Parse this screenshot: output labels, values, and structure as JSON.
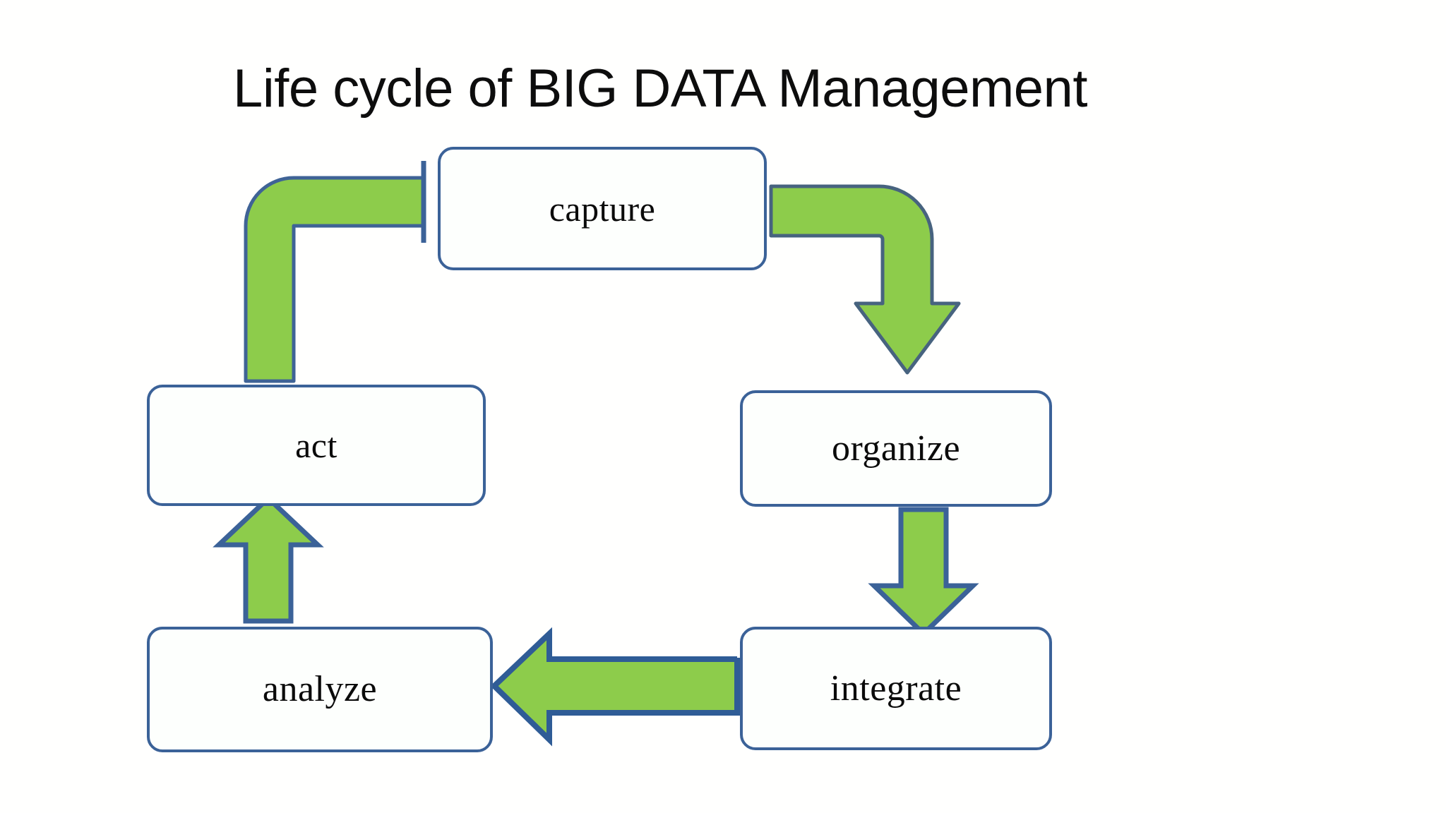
{
  "slide": {
    "title": "Life cycle of BIG DATA Management",
    "background_color": "#ffffff"
  },
  "theme": {
    "arrow_fill": "#8dcc4b",
    "arrow_outline": "#3b6298",
    "box_border": "#3b6298",
    "box_fill": "#fdfffd",
    "text_color": "#0b0b0b"
  },
  "nodes": [
    {
      "id": "capture",
      "label": "capture"
    },
    {
      "id": "organize",
      "label": "organize"
    },
    {
      "id": "integrate",
      "label": "integrate"
    },
    {
      "id": "analyze",
      "label": "analyze"
    },
    {
      "id": "act",
      "label": "act"
    }
  ],
  "connectors": [
    {
      "id": "capture-to-organize",
      "from": "capture",
      "to": "organize",
      "shape": "elbow-down",
      "head": "arrow"
    },
    {
      "id": "organize-to-integrate",
      "from": "organize",
      "to": "integrate",
      "shape": "straight-down",
      "head": "arrow"
    },
    {
      "id": "integrate-to-analyze",
      "from": "integrate",
      "to": "analyze",
      "shape": "straight-left",
      "head": "arrow"
    },
    {
      "id": "analyze-to-act",
      "from": "analyze",
      "to": "act",
      "shape": "straight-up",
      "head": "arrow"
    },
    {
      "id": "act-to-capture",
      "from": "act",
      "to": "capture",
      "shape": "elbow-up",
      "head": "flat"
    }
  ],
  "chart_data": {
    "type": "diagram",
    "title": "Life cycle of BIG DATA Management",
    "layout": "cycle",
    "steps": [
      "capture",
      "organize",
      "integrate",
      "analyze",
      "act"
    ],
    "edges": [
      [
        "capture",
        "organize"
      ],
      [
        "organize",
        "integrate"
      ],
      [
        "integrate",
        "analyze"
      ],
      [
        "analyze",
        "act"
      ],
      [
        "act",
        "capture"
      ]
    ]
  }
}
